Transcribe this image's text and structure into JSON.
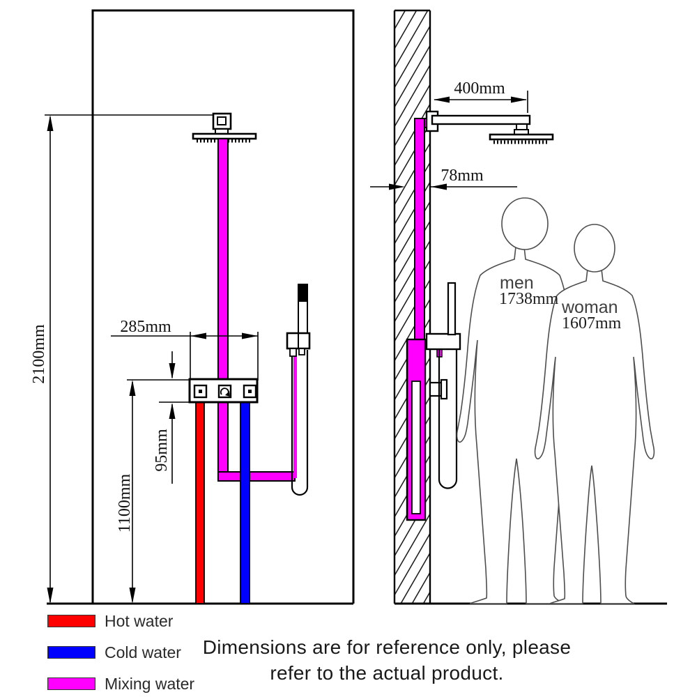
{
  "diagram": {
    "left_view": {
      "dim_total_height": "2100mm",
      "dim_valve_width": "285mm",
      "dim_valve_height": "95mm",
      "dim_valve_to_floor": "1100mm"
    },
    "right_view": {
      "dim_arm_length": "400mm",
      "dim_wall_depth": "78mm",
      "man_label": "men",
      "man_height": "1738mm",
      "woman_label": "woman",
      "woman_height": "1607mm"
    }
  },
  "legend": {
    "items": [
      {
        "label": "Hot water",
        "color": "#ff0000"
      },
      {
        "label": "Cold water",
        "color": "#0000ff"
      },
      {
        "label": "Mixing water",
        "color": "#ff00ff"
      }
    ]
  },
  "notice": {
    "line1": "Dimensions are for reference only, please",
    "line2": "refer to the actual product."
  },
  "colors": {
    "hot_water": "#ff0000",
    "cold_water": "#0000ff",
    "mixing_water": "#ff00ff",
    "diagram_line": "#000000",
    "figure_line": "#4d4d4d"
  }
}
